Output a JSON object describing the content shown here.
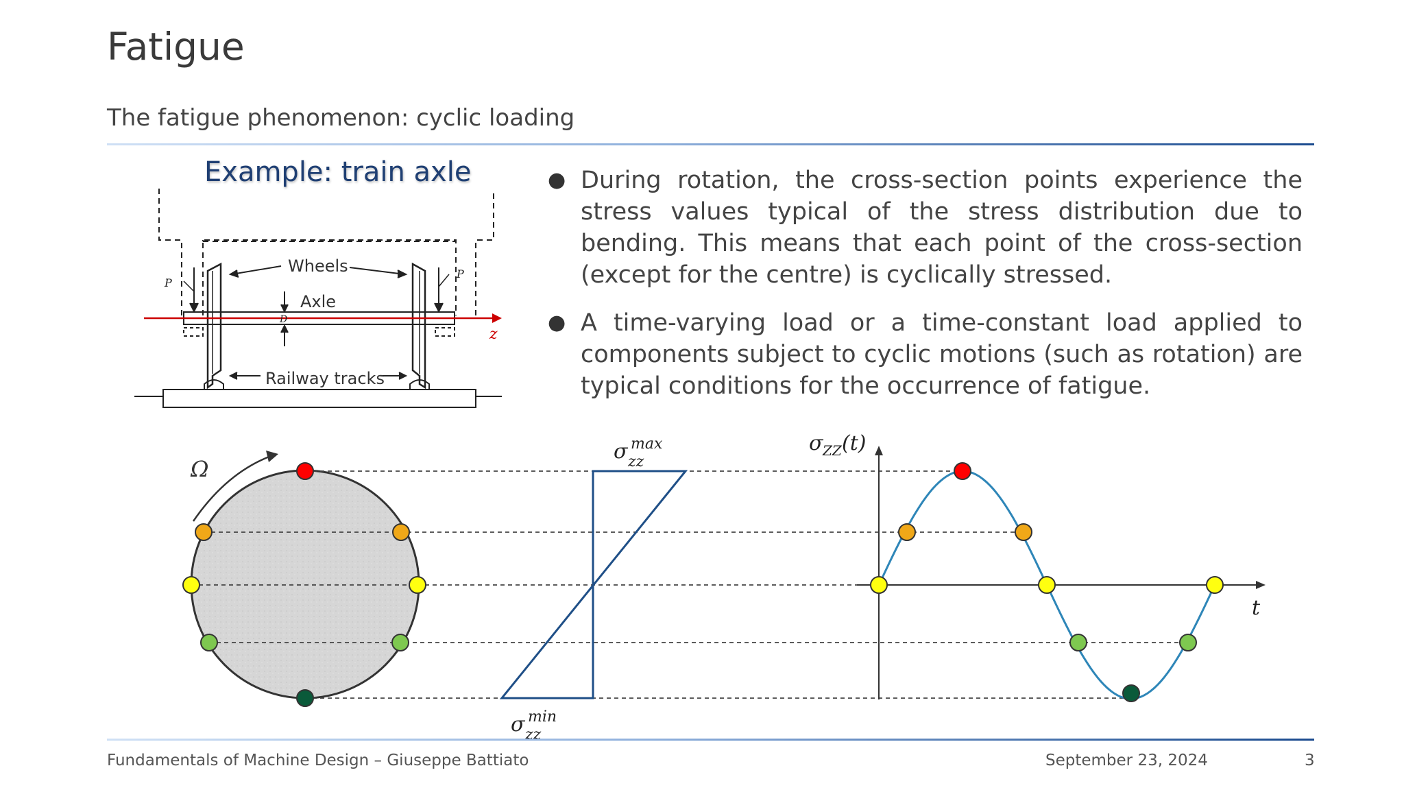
{
  "slide": {
    "title": "Fatigue",
    "subtitle": "The fatigue phenomenon: cyclic loading",
    "example_title": "Example: train axle"
  },
  "axle_figure": {
    "wheels_label": "Wheels",
    "axle_label": "Axle",
    "tracks_label": "Railway tracks",
    "load_label": "P",
    "diameter_label": "D",
    "axis_label": "z"
  },
  "bullets": [
    "During rotation, the cross-section points experience the stress values typical of the stress distribution due to bending. This means that each point of the cross-section (except for the centre) is cyclically stressed.",
    "A time-varying load or a time-constant load applied to components subject to cyclic motions (such as rotation) are typical conditions for the occurrence of fatigue."
  ],
  "stress_figure": {
    "omega_label": "Ω",
    "sigma_symbol": "σ",
    "sigma_sub": "zz",
    "max_sup": "max",
    "min_sup": "min",
    "time_axis_label": "t",
    "sigma_t_label": "σ",
    "sigma_t_sub": "ZZ",
    "sigma_t_arg": "(t)",
    "point_colors": {
      "top": "#ff0000",
      "upper": "#f0a818",
      "middle": "#ffff10",
      "lower": "#7ec850",
      "bottom": "#0a5a3a"
    }
  },
  "footer": {
    "course": "Fundamentals of Machine Design – Giuseppe Battiato",
    "date": "September 23, 2024",
    "page": "3"
  }
}
